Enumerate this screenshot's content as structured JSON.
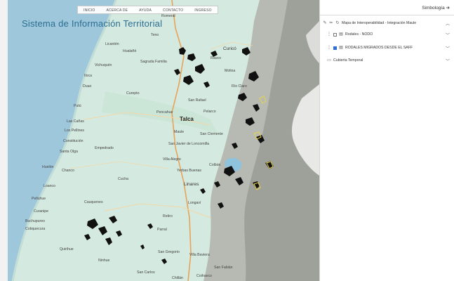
{
  "nav": {
    "items": [
      "INICIO",
      "ACERCA DE",
      "AYUDA",
      "CONTACTO",
      "INGRESO"
    ]
  },
  "app_title": "Sistema de Información Territorial",
  "map_places": {
    "curico": "Curicó",
    "talca": "Talca",
    "linares": "Linares",
    "molina": "Molina",
    "san_rafael": "San Rafael",
    "pelarco": "Pelarco",
    "maule": "Maule",
    "san_clemente": "San Clemente",
    "san_javier": "San Javier de Loncomilla",
    "villa_alegre": "Villa Alegre",
    "yerbas_buenas": "Yerbas Buenas",
    "colbun": "Colbún",
    "longavi": "Longaví",
    "retiro": "Retiro",
    "parral": "Parral",
    "cauquenes": "Cauquenes",
    "chanco": "Chanco",
    "constitucion": "Constitución",
    "empedrado": "Empedrado",
    "san_carlos": "San Carlos",
    "coihueco": "Coihueco",
    "chillan": "Chillán",
    "teno": "Teno",
    "romeral": "Romeral",
    "licanten": "Licantén",
    "hualane": "Hualañé",
    "rauco": "Rauco",
    "sagrada_familia": "Sagrada Familia",
    "vichuquen": "Vichuquén",
    "pencahue": "Pencahue",
    "curepto": "Curepto",
    "rio_claro": "Río Claro",
    "san_gregorio": "San Gregorio",
    "villa_baviera": "Villa Baviera",
    "pelluhue": "Pelluhue",
    "quirihue": "Quirihue",
    "ninhue": "Ninhue",
    "cobquecura": "Cobquecura",
    "buchupureo": "Buchupureo",
    "las_canas": "Las Cañas",
    "los_pellines": "Los Pellines",
    "putu": "Putú",
    "iloca": "Iloca",
    "duao": "Duao",
    "loanco": "Loanco",
    "santa_olga": "Santa Olga",
    "huelon": "Huelón",
    "curanipe": "Curanipe",
    "san_fabian": "San Fabián",
    "cucha": "Cucha"
  },
  "panel": {
    "header_label": "Simbología",
    "layers": [
      {
        "label": "Mapa de Interoperabilidad - Integración Maule",
        "checked": false
      },
      {
        "label": "Rodales - NODO",
        "checked": false
      },
      {
        "label": "RODALES MIGRADOS DESDE EL SAFF",
        "checked": true
      },
      {
        "label": "Cubierta Temporal",
        "checked": false
      }
    ]
  },
  "colors": {
    "ocean": "#9ec7db",
    "land": "#cfe6de",
    "mountains": "#a9ada4",
    "title": "#2b6f93",
    "accent": "#2e6fd6",
    "patches": "#111111"
  }
}
